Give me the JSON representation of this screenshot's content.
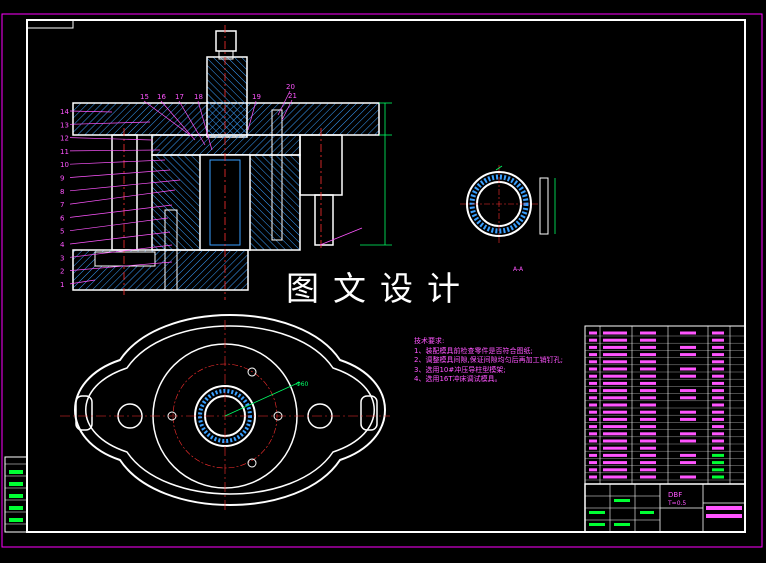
{
  "drawing": {
    "watermark": "图文设计",
    "section_label": "A-A",
    "diameter_label": "Φ60",
    "colors": {
      "background": "#000000",
      "frame": "#ffffff",
      "border": "#ff00ff",
      "leader": "#ff55ff",
      "hatch": "#3aa0ff",
      "centerline": "#ff3030",
      "dimension": "#00ff66",
      "table_text": "#ff55ff",
      "table_green": "#00ff33",
      "table_lines": "#ffffff"
    }
  },
  "part_numbers_left": [
    "14",
    "13",
    "12",
    "11",
    "10",
    "9",
    "8",
    "7",
    "6",
    "5",
    "4",
    "3",
    "2",
    "1"
  ],
  "part_numbers_top": [
    "15",
    "16",
    "17",
    "18",
    "19",
    "20",
    "21"
  ],
  "technical_requirements": {
    "title": "技术要求:",
    "items": [
      "1、装配模具前检查零件是否符合图纸;",
      "2、调整模具间隙,保证间隙均匀后再加工销钉孔;",
      "3、选用10#冲压导柱型模架;",
      "4、选用16T冲床调试模具。"
    ]
  },
  "title_block": {
    "drawing_code": "DBF",
    "scale": "T=0.5"
  }
}
